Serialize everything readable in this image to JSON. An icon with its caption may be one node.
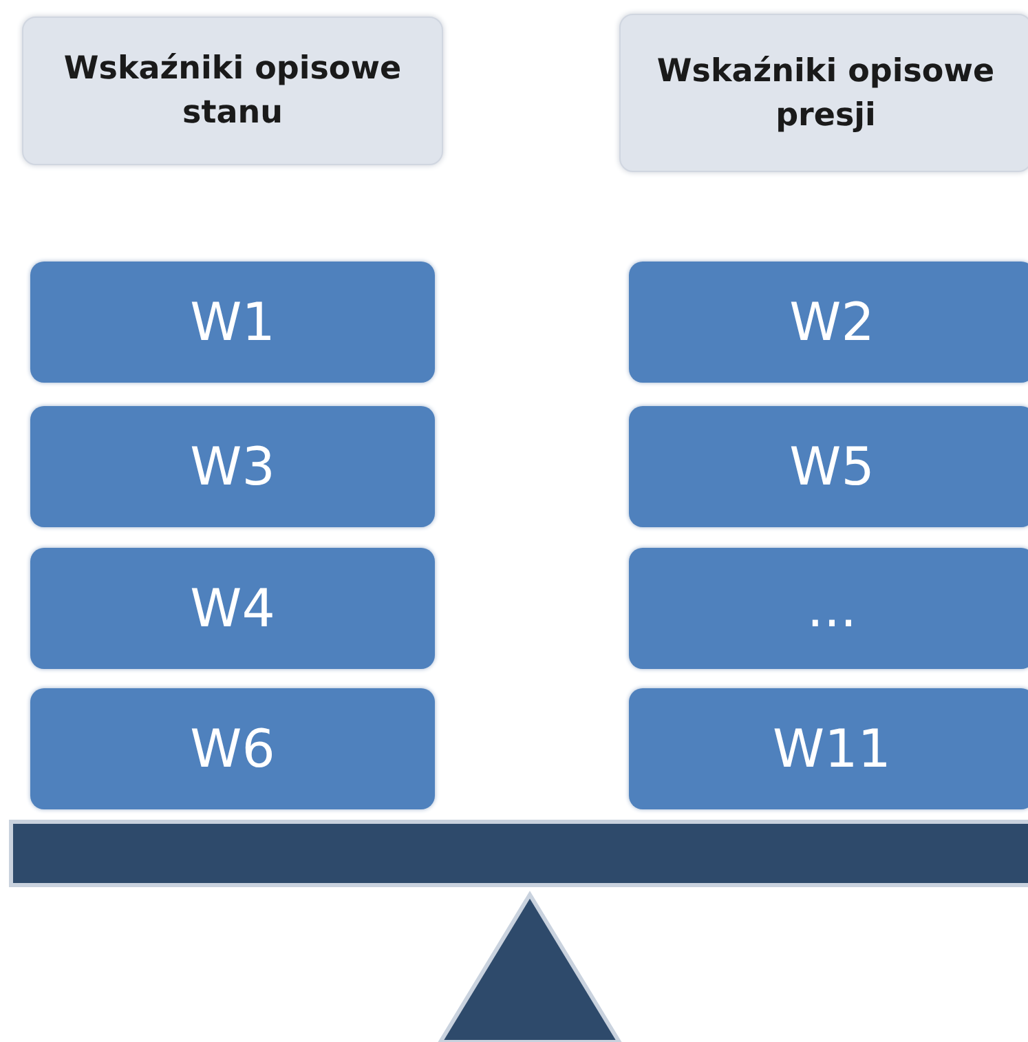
{
  "diagram": {
    "nodes": [
      {
        "text": [
          "Wskaźniki opisowe stanu"
        ]
      },
      {
        "text": [
          "Wskaźniki opisowe presji"
        ]
      },
      {
        "text": [
          "W1"
        ]
      },
      {
        "text": [
          "W2"
        ]
      },
      {
        "text": [
          "W3"
        ]
      },
      {
        "text": [
          "W5"
        ]
      },
      {
        "text": [
          "W4"
        ]
      },
      {
        "text": [
          "..."
        ]
      },
      {
        "text": [
          "W6"
        ]
      },
      {
        "text": [
          "W11"
        ]
      }
    ],
    "edges": []
  }
}
